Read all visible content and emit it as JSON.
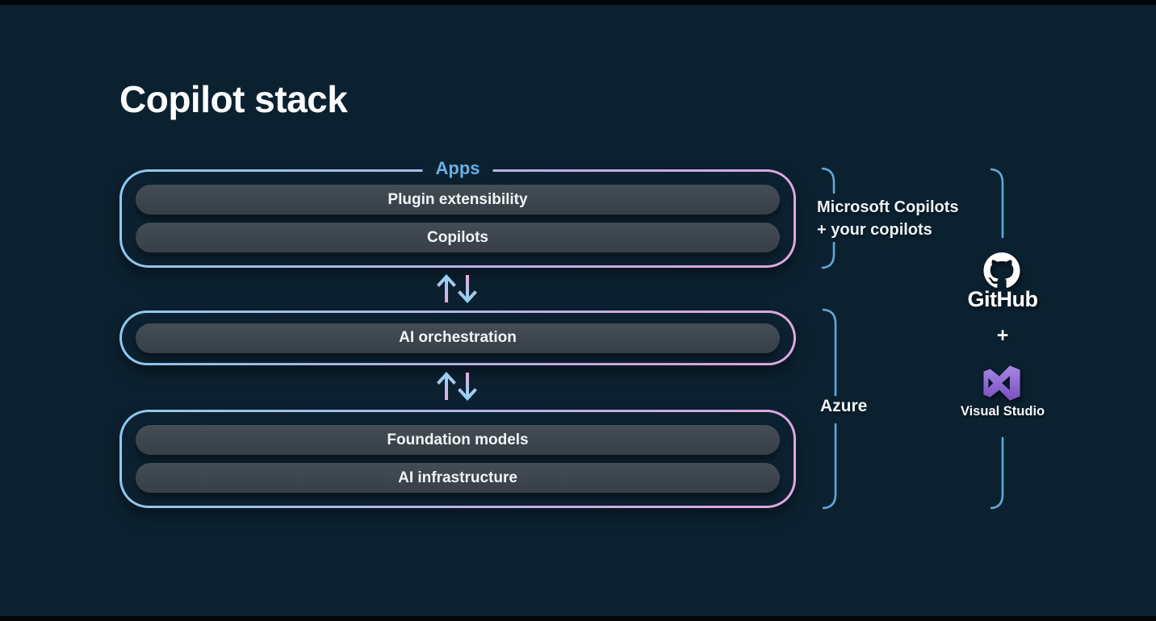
{
  "title": "Copilot stack",
  "stack": {
    "apps": {
      "label": "Apps",
      "pills": [
        "Plugin extensibility",
        "Copilots"
      ]
    },
    "orchestration": {
      "pills": [
        "AI orchestration"
      ]
    },
    "foundation": {
      "pills": [
        "Foundation models",
        "AI infrastructure"
      ]
    }
  },
  "arrows": {
    "up": "↑",
    "down": "↓"
  },
  "labels": {
    "microsoft_copilots_line1": "Microsoft Copilots",
    "microsoft_copilots_line2": "+ your copilots",
    "azure": "Azure",
    "github": "GitHub",
    "plus": "+",
    "visual_studio": "Visual Studio"
  },
  "icons": {
    "github": "github-octocat-icon",
    "visual_studio": "visual-studio-icon",
    "up_arrow": "up-arrow-icon",
    "down_arrow": "down-arrow-icon"
  },
  "colors": {
    "background": "#0c2130",
    "letterbox": "#020608",
    "title_text": "#fafcfd",
    "apps_label": "#68b1e4",
    "box_border_gradient_start": "#8ccaef",
    "box_border_gradient_mid": "#b9b0e6",
    "box_border_gradient_end": "#e3a6de",
    "pill_fill": "#3b444d",
    "pill_text": "#f2f5f7",
    "bracket": "#5fa9d9",
    "annotation_text": "#eef2f5",
    "arrow_blue": "#8fd2f2",
    "arrow_pink": "#e9abdd",
    "github_logo": "#ffffff",
    "vs_purple_light": "#a588e4",
    "vs_purple_dark": "#7a4fc0"
  }
}
